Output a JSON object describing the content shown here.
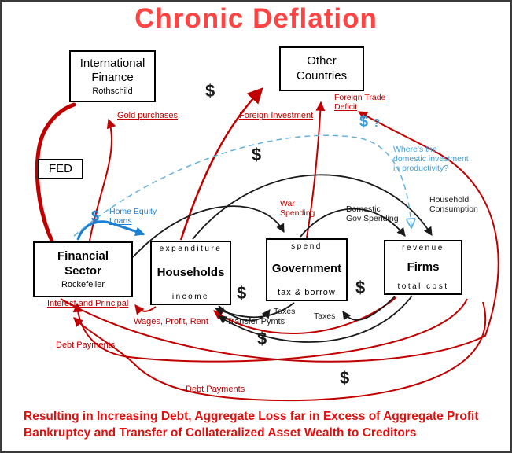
{
  "title": "Chronic Deflation",
  "colors": {
    "title": "#ff4444",
    "red": "#c00000",
    "black": "#1a1a1a",
    "blue": "#1b7fd4",
    "light_blue": "#62b2dd",
    "blue_text": "#3f9fd4",
    "footer": "#e01010"
  },
  "symbols": {
    "dollar": "$",
    "question": "?"
  },
  "boxes": {
    "international_finance": {
      "name": "International Finance",
      "sub": "Rothschild"
    },
    "other_countries": {
      "name": "Other Countries"
    },
    "fed": {
      "name": "FED"
    },
    "financial_sector": {
      "name": "Financial Sector",
      "sub": "Rockefeller"
    },
    "households": {
      "top": "expenditure",
      "name": "Households",
      "bottom": "income"
    },
    "government": {
      "top": "spend",
      "name": "Government",
      "bottom": "tax & borrow"
    },
    "firms": {
      "top": "revenue",
      "name": "Firms",
      "bottom": "total cost"
    }
  },
  "flow_labels": {
    "gold_purchases": "Gold purchases",
    "foreign_investment": "Foreign Investment",
    "foreign_trade_deficit_line1": "Foreign Trade",
    "foreign_trade_deficit_line2": "Deficit",
    "productivity_question_line1": "Where's the",
    "productivity_question_line2": "domestic investment",
    "productivity_question_line3": "in productivity?",
    "home_equity_line1": "Home Equity",
    "home_equity_line2": "Loans",
    "war_spending_line1": "War",
    "war_spending_line2": "Spending",
    "domestic_gov_line1": "Domestic",
    "domestic_gov_line2": "Gov Spending",
    "household_consumption_line1": "Household",
    "household_consumption_line2": "Consumption",
    "interest_and_principal": "Interest and Principal",
    "wages_profit_rent": "Wages, Profit, Rent",
    "transfer_pymts": "Transfer Pymts",
    "taxes_from_households": "Taxes",
    "taxes_from_firms": "Taxes",
    "debt_payments_upper": "Debt Payments",
    "debt_payments_lower": "Debt Payments"
  },
  "footer": {
    "line1": "Resulting in Increasing Debt, Aggregate Loss far in Excess of Aggregate Profit",
    "line2": "Bankruptcy and Transfer of Collateralized Asset Wealth to Creditors"
  }
}
